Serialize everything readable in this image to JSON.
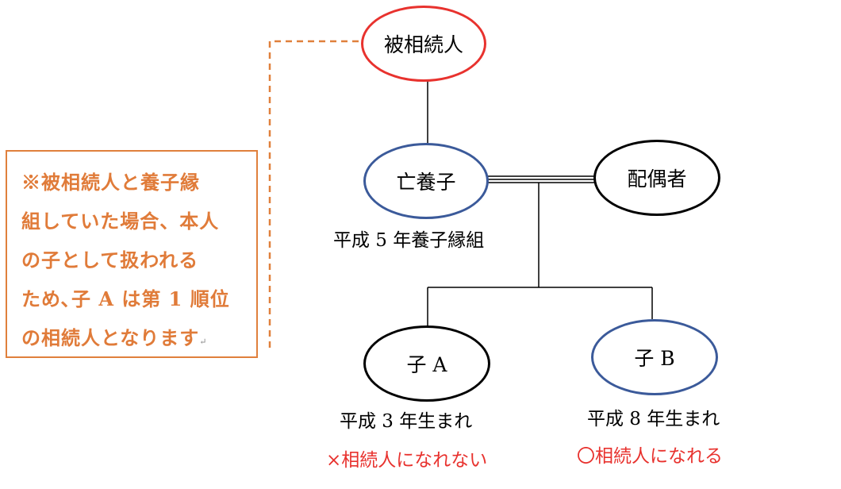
{
  "nodes": {
    "decedent": "被相続人",
    "deceased_adopted_child": "亡養子",
    "spouse": "配偶者",
    "child_a": "子 A",
    "child_b": "子 B"
  },
  "captions": {
    "adoption": "平成 5 年養子縁組",
    "child_a_birth": "平成 3 年生まれ",
    "child_a_status": "×相続人になれない",
    "child_b_birth": "平成 8 年生まれ",
    "child_b_status": "〇相続人になれる"
  },
  "note": {
    "lines": [
      "※被相続人と養子縁",
      "組していた場合、本人",
      "の子として扱われる",
      "ため､子 A は第 1 順位",
      "の相続人となります"
    ],
    "return_mark": "↵"
  },
  "colors": {
    "decedent_border": "#e8322e",
    "adopted_border": "#3b5a9a",
    "default_border": "#000000",
    "note_text": "#e07b39",
    "note_border": "#e0803c",
    "status_red": "#e8322e"
  }
}
